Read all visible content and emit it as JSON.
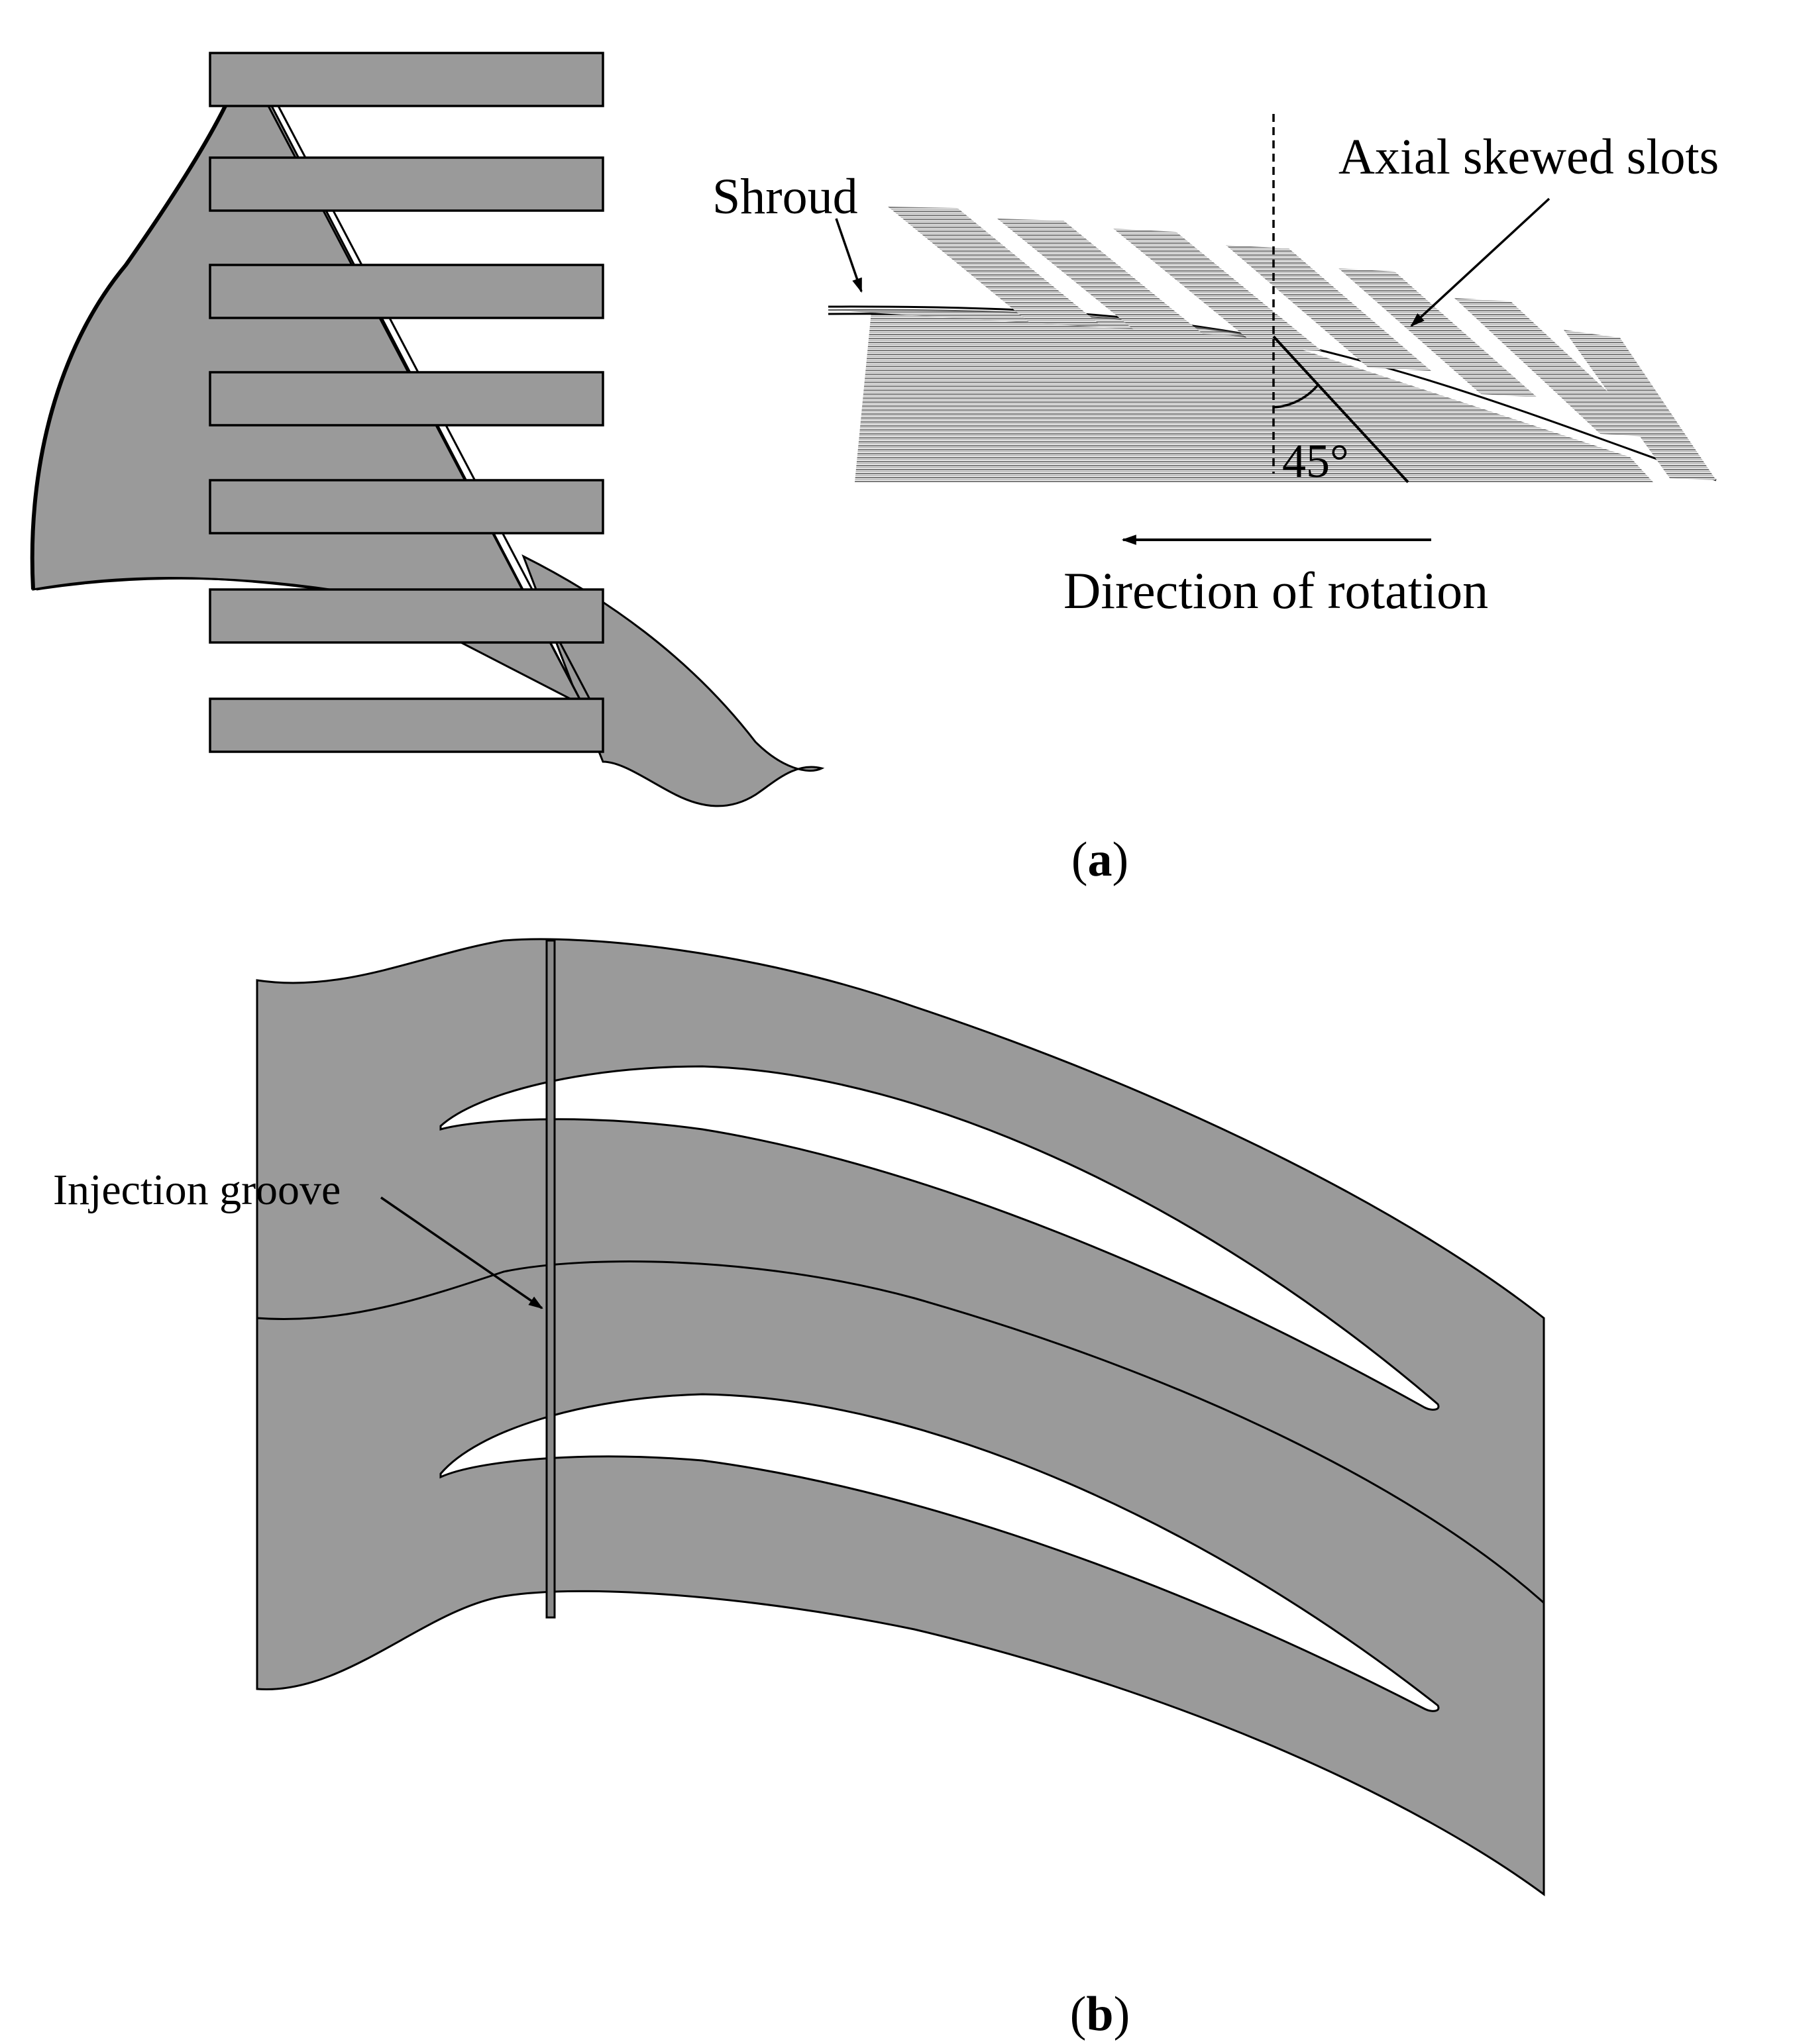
{
  "panel_a": {
    "labels": {
      "shroud": "Shroud",
      "slots": "Axial skewed slots",
      "angle": "45°",
      "rotation": "Direction of rotation"
    },
    "caption": {
      "open": "(",
      "letter": "a",
      "close": ")"
    }
  },
  "panel_b": {
    "labels": {
      "groove": "Injection groove"
    },
    "caption": {
      "open": "(",
      "letter": "b",
      "close": ")"
    }
  },
  "colors": {
    "fill": "#9a9a9a",
    "stroke": "#000000",
    "background": "#ffffff"
  }
}
